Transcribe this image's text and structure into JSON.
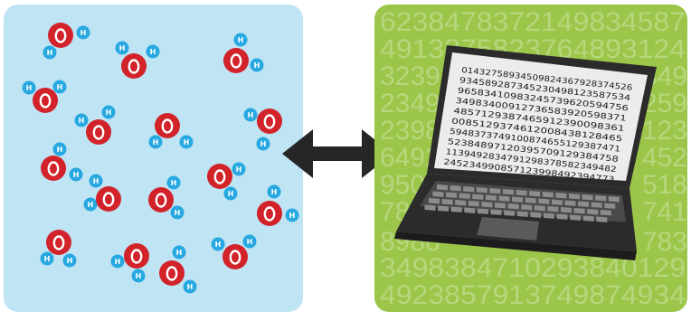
{
  "colors": {
    "water_panel_bg": "#bfe4f4",
    "digital_panel_bg": "#9cc64a",
    "digits_fill": "#b6d77c",
    "oxygen": "#d2232a",
    "hydrogen": "#27a8e0",
    "arrow": "#262626",
    "laptop_body": "#2b2b2b",
    "screen_bg": "#ececec"
  },
  "water_panel": {
    "oxygen_symbol": "O",
    "hydrogen_symbol": "H"
  },
  "exchange_arrow": {
    "icon": "double-headed-arrow-icon"
  },
  "digital_panel": {
    "background_digit_rows": [
      "6238478372149834587",
      "4913875823764893124",
      "3239823349",
      "2349871259",
      "2398477123",
      "6492398452",
      "9503298518",
      "7834729741",
      "8988419823783",
      "3498384710293840129",
      "4923857913749874934"
    ],
    "screen_lines": [
      "01432758934509824367928374526",
      "934589287345230498123587534",
      "96583410983245739620594756",
      "34983400912736583920598371",
      "4857129387465912390098361",
      "0085129374612008438128465",
      "5948373749100874655129387471",
      "52384897120395709129384758",
      "1139492834791298378582349482",
      "245234990857123998492394773"
    ]
  }
}
